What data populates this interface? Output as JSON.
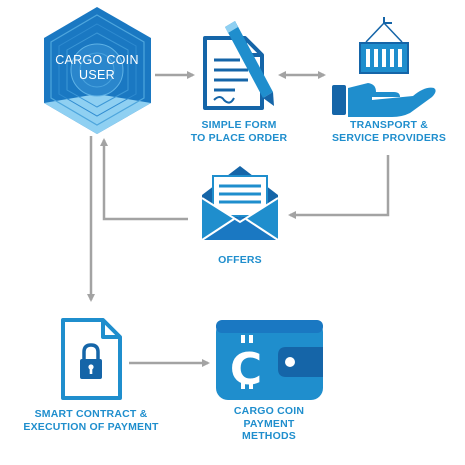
{
  "nodes": {
    "user": {
      "line1": "CARGO COIN",
      "line2": "USER"
    },
    "form": {
      "line1": "SIMPLE FORM",
      "line2": "TO PLACE ORDER"
    },
    "providers": {
      "line1": "TRANSPORT &",
      "line2": "SERVICE PROVIDERS"
    },
    "offers": {
      "line1": "OFFERS"
    },
    "smart_contract": {
      "line1": "SMART CONTRACT &",
      "line2": "EXECUTION OF PAYMENT"
    },
    "payment": {
      "line1": "CARGO COIN",
      "line2": "PAYMENT",
      "line3": "METHODS"
    }
  },
  "colors": {
    "primary_blue": "#1f8ecd",
    "dark_blue": "#1565a8",
    "light_blue": "#8fd0f2",
    "arrow_gray": "#a3a3a3"
  },
  "icons": {
    "user": "hexagon-user-icon",
    "form": "document-pen-icon",
    "providers": "hand-container-icon",
    "offers": "envelope-letter-icon",
    "smart_contract": "document-lock-icon",
    "payment": "wallet-coin-icon"
  }
}
